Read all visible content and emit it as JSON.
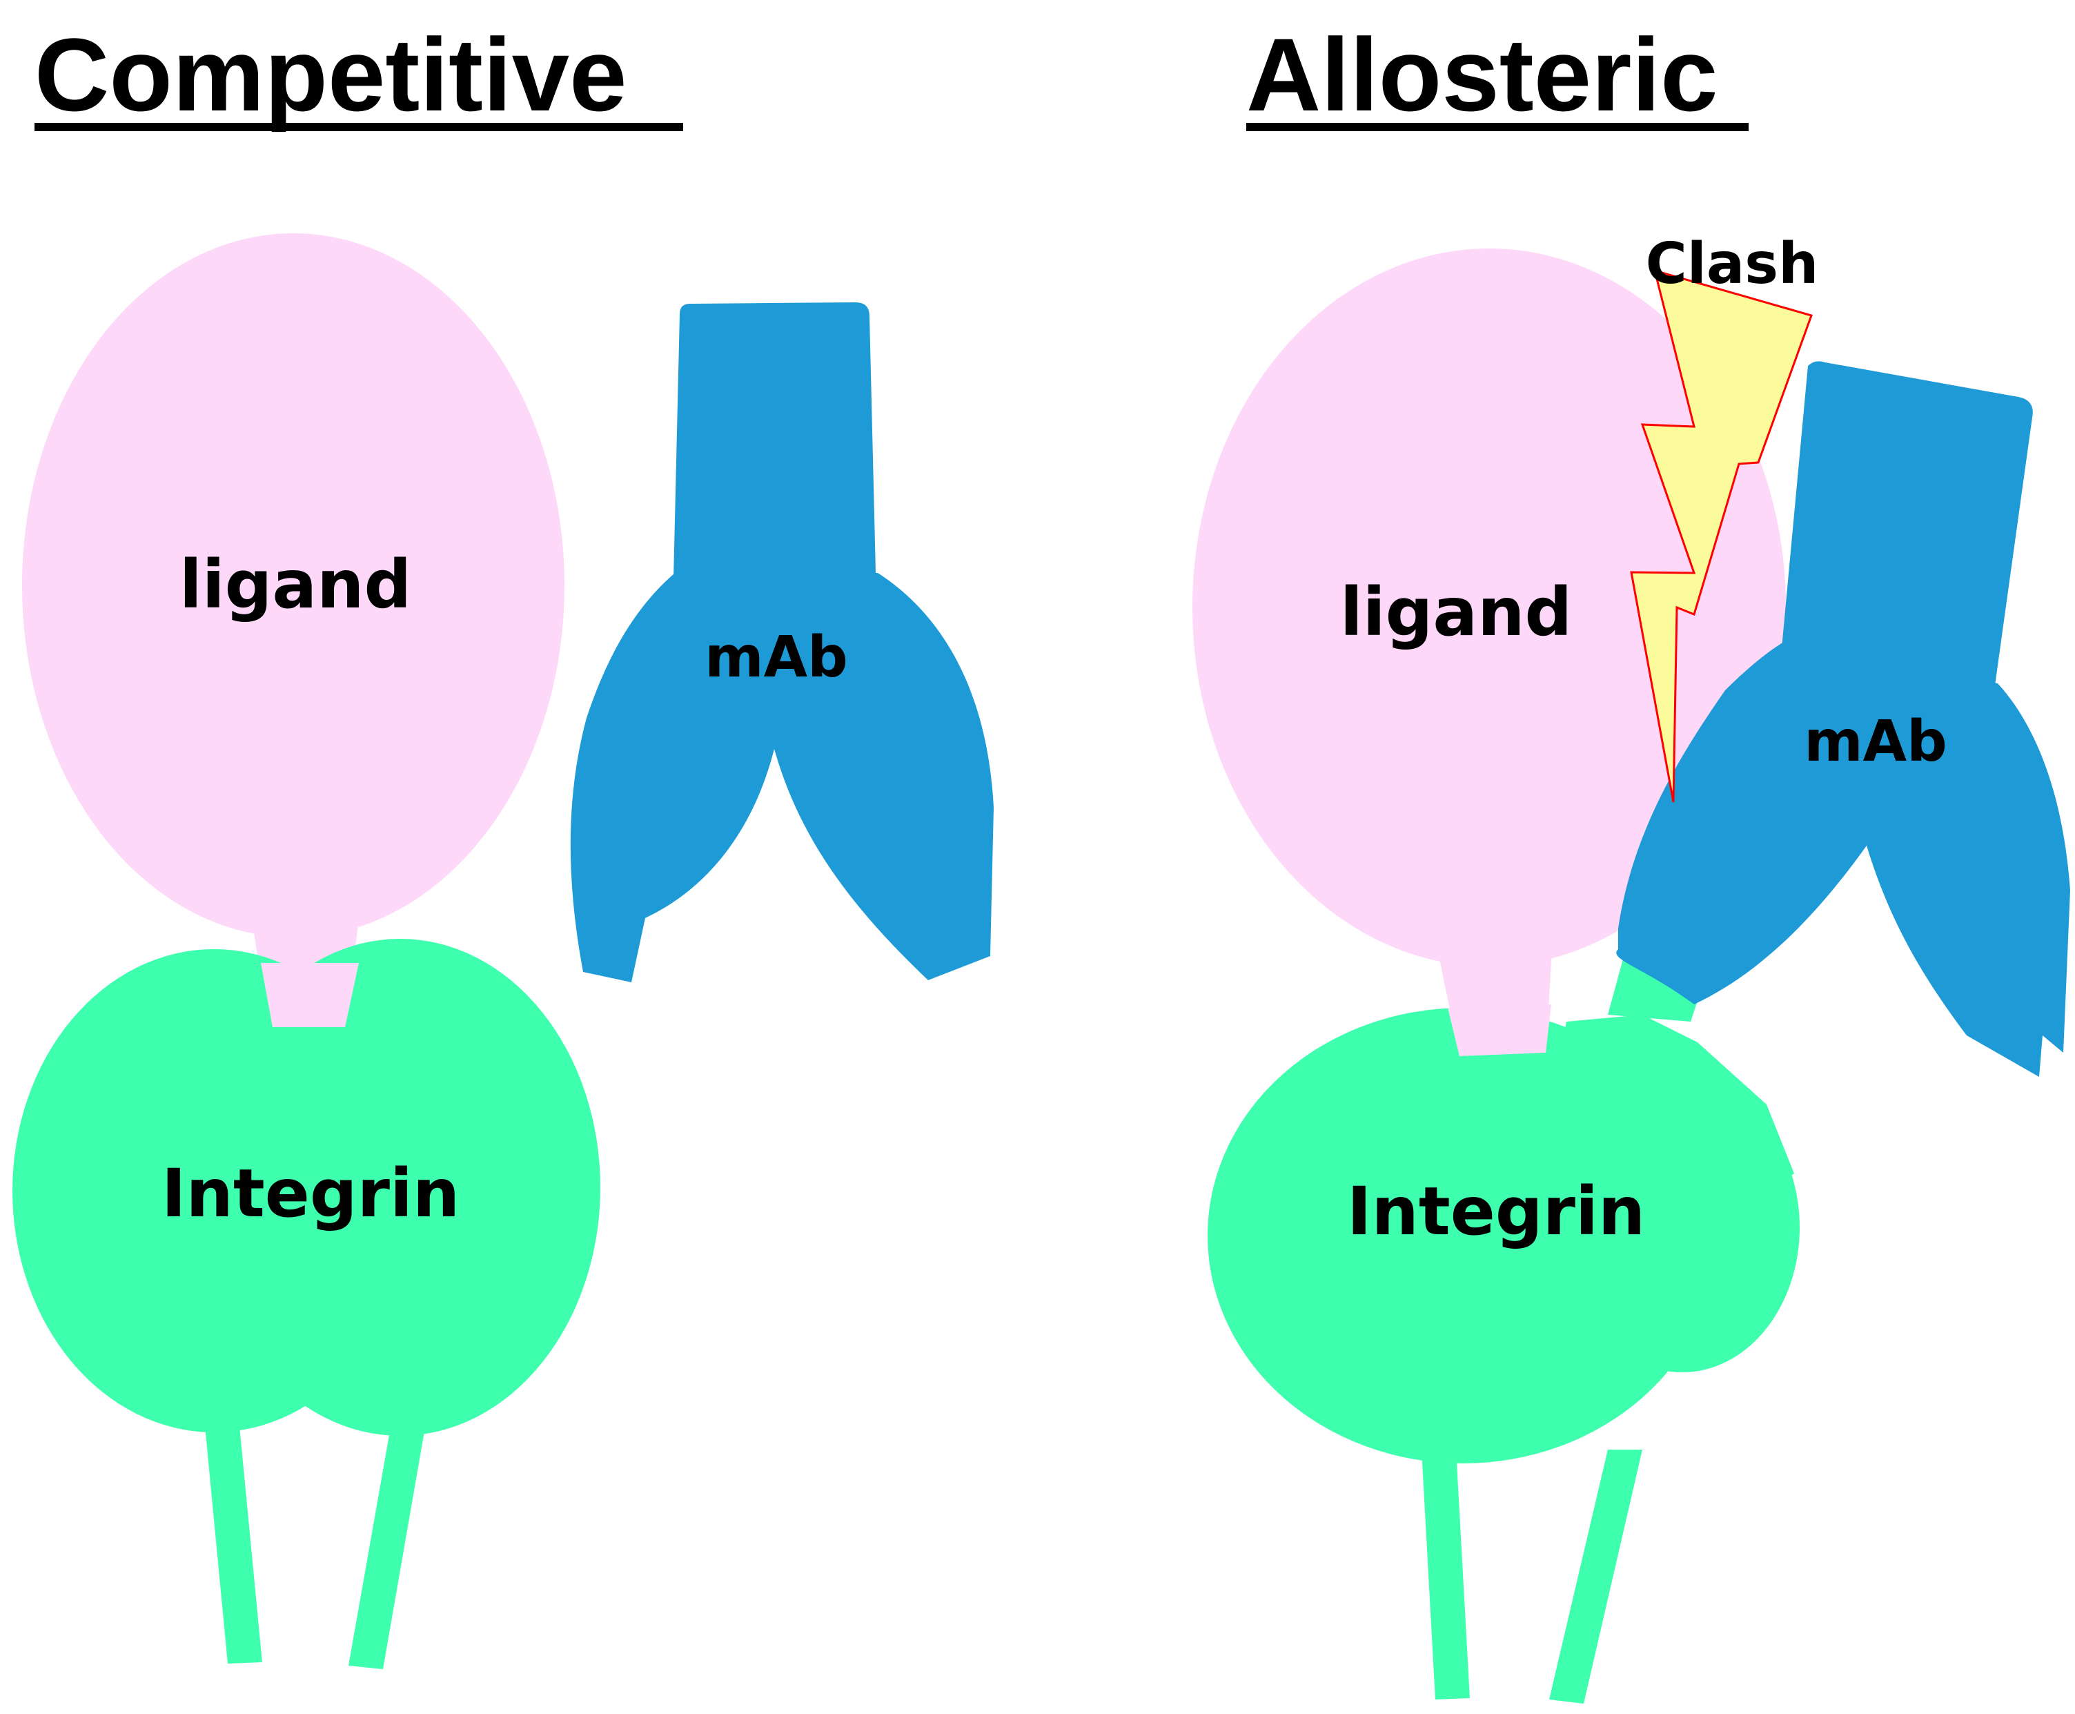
{
  "colors": {
    "ligand": "#fdd8f8",
    "integrin": "#3effad",
    "mab": "#1e9bd7",
    "clash_fill": "#fbfb9b",
    "clash_stroke": "#ff0000",
    "text": "#000000"
  },
  "panels": [
    {
      "title": "Competitive",
      "ligand_label": "ligand",
      "mab_label": "mAb",
      "integrin_label": "Integrin"
    },
    {
      "title": "Allosteric",
      "clash_label": "Clash",
      "ligand_label": "ligand",
      "mab_label": "mAb",
      "integrin_label": "Integrin"
    }
  ]
}
